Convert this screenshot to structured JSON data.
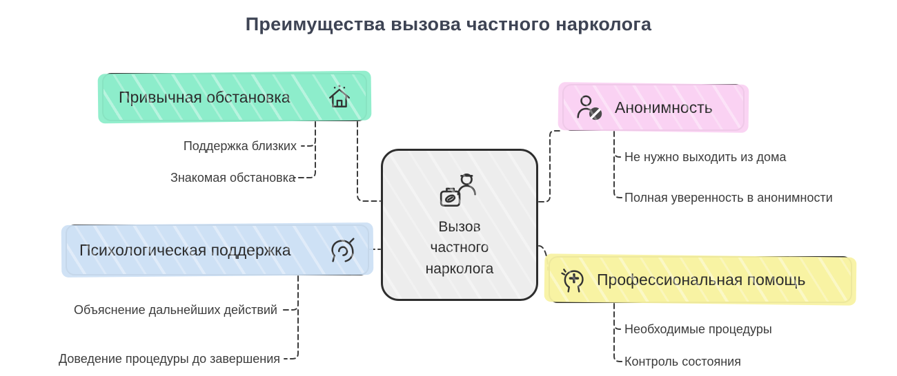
{
  "title": "Преимущества вызова частного нарколога",
  "colors": {
    "center_fill": "#ededed",
    "line": "#3a3a3a",
    "border": "#2d2d2d",
    "title_text": "#3e4454"
  },
  "center": {
    "label": "Вызов\nчастного\nнарколога",
    "icon": "narcologist-briefcase-icon"
  },
  "branches": [
    {
      "label": "Привычная обстановка",
      "icon": "house-icon",
      "color": "#8dedca",
      "children": [
        "Поддержка близких",
        "Знакомая обстановка"
      ]
    },
    {
      "label": "Анонимность",
      "icon": "anonymity-icon",
      "color": "#fad2f2",
      "children": [
        "Не нужно выходить из дома",
        "Полная уверенность в анонимности"
      ]
    },
    {
      "label": "Психологическая поддержка",
      "icon": "psychology-icon",
      "color": "#cde0f4",
      "children": [
        "Объяснение дальнейших действий",
        "Доведение процедуры до завершения"
      ]
    },
    {
      "label": "Профессиональная помощь",
      "icon": "medical-cross-icon",
      "color": "#f8f2a3",
      "children": [
        "Необходимые процедуры",
        "Контроль состояния"
      ]
    }
  ]
}
